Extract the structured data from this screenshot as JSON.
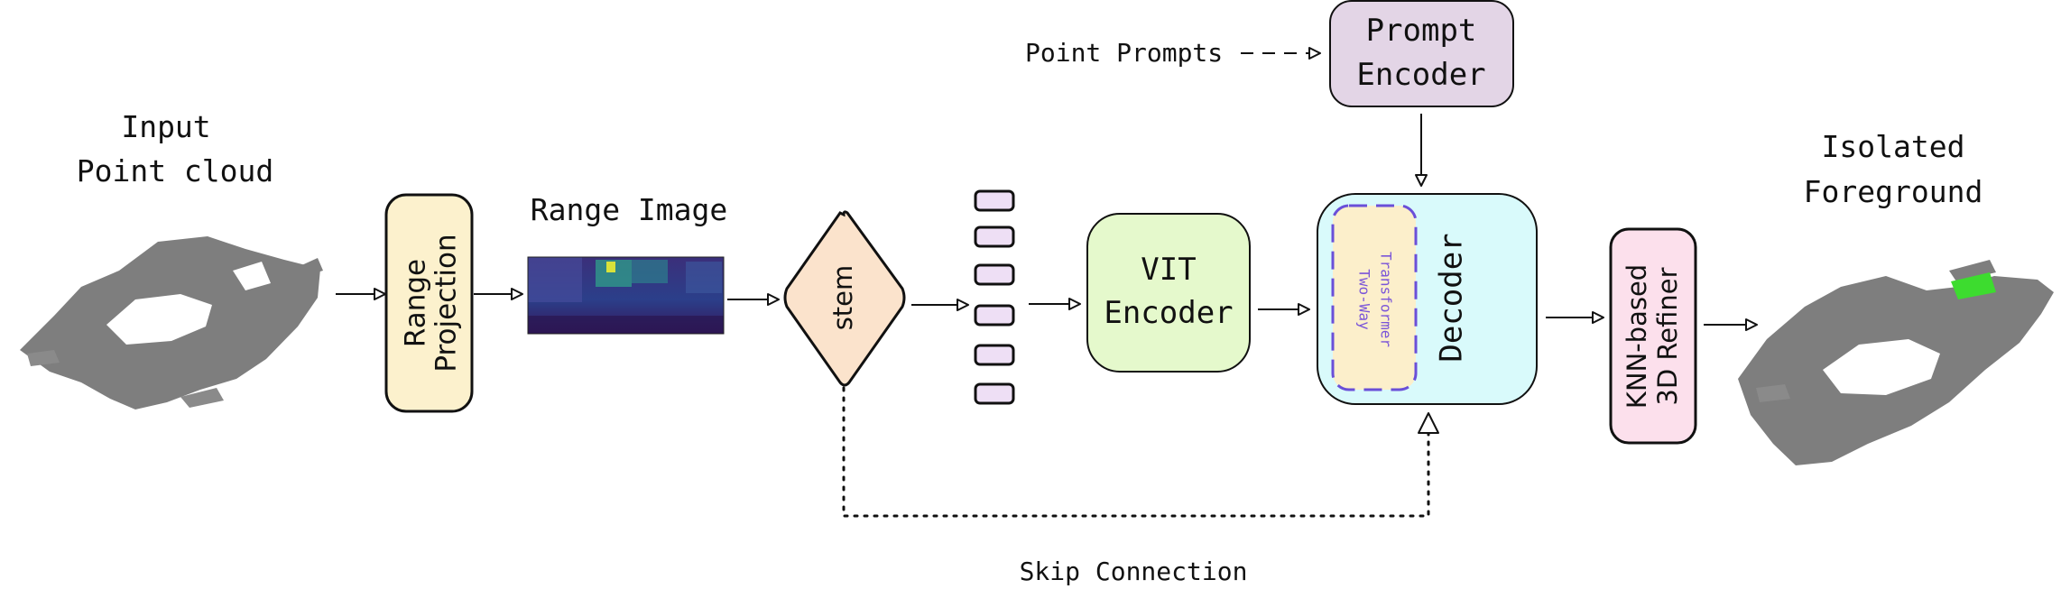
{
  "labels": {
    "input_line1": "Input",
    "input_line2": "Point cloud",
    "range_projection_line1": "Range",
    "range_projection_line2": "Projection",
    "range_image": "Range Image",
    "stem": "stem",
    "vit_line1": "VIT",
    "vit_line2": "Encoder",
    "point_prompts": "Point Prompts",
    "prompt_encoder_line1": "Prompt",
    "prompt_encoder_line2": "Encoder",
    "two_way_line1": "Two-Way",
    "two_way_line2": "Transformer",
    "decoder": "Decoder",
    "refiner_line1": "KNN-based",
    "refiner_line2": "3D Refiner",
    "isolated_line1": "Isolated",
    "isolated_line2": "Foreground",
    "skip_connection": "Skip Connection"
  },
  "colors": {
    "range_projection_fill": "#fcf1cd",
    "stem_fill": "#fbe3cc",
    "token_fill": "#eedff5",
    "vit_fill": "#e5f9cc",
    "prompt_encoder_fill": "#e3d5e6",
    "decoder_fill": "#d9fafb",
    "two_way_fill": "#fcefcb",
    "two_way_border": "#6a4fd8",
    "two_way_text": "#7a55d8",
    "refiner_fill": "#fce0ec",
    "point_cloud": "#7e7e7e",
    "foreground": "#3ddc2f"
  }
}
